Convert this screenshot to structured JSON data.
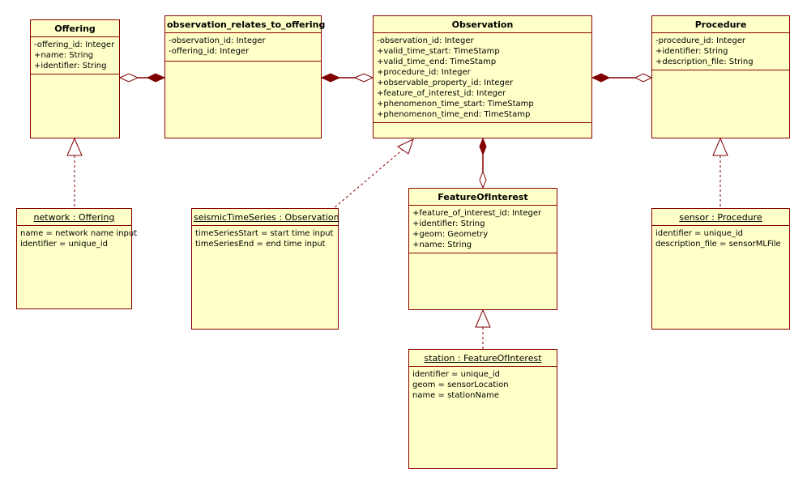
{
  "classes": {
    "offering": {
      "name": "Offering",
      "attributes": [
        "-offering_id: Integer",
        "+name: String",
        "+identifier: String"
      ]
    },
    "obs_rel": {
      "name": "observation_relates_to_offering",
      "attributes": [
        "-observation_id: Integer",
        "-offering_id: Integer"
      ]
    },
    "observation": {
      "name": "Observation",
      "attributes": [
        "-observation_id: Integer",
        "+valid_time_start: TimeStamp",
        "+valid_time_end: TimeStamp",
        "+procedure_id: Integer",
        "+observable_property_id: Integer",
        "+feature_of_interest_id: Integer",
        "+phenomenon_time_start: TimeStamp",
        "+phenomenon_time_end: TimeStamp"
      ]
    },
    "procedure": {
      "name": "Procedure",
      "attributes": [
        "-procedure_id: Integer",
        "+identifier: String",
        "+description_file: String"
      ]
    },
    "foi": {
      "name": "FeatureOfInterest",
      "attributes": [
        "+feature_of_interest_id: Integer",
        "+identifier: String",
        "+geom: Geometry",
        "+name: String"
      ]
    }
  },
  "objects": {
    "network": {
      "name": "network : Offering",
      "slots": [
        "name = network name input",
        "identifier = unique_id"
      ]
    },
    "seismic": {
      "name": "seismicTimeSeries : Observation",
      "slots": [
        "timeSeriesStart = start time input",
        "timeSeriesEnd = end time input"
      ]
    },
    "sensor": {
      "name": "sensor : Procedure",
      "slots": [
        "identifier = unique_id",
        "description_file = sensorMLFile"
      ]
    },
    "station": {
      "name": "station : FeatureOfInterest",
      "slots": [
        "identifier = unique_id",
        "geom = sensorLocation",
        "name = stationName"
      ]
    }
  },
  "colors": {
    "fill": "#ffffc8",
    "border": "#8b0000",
    "line": "#800000"
  }
}
